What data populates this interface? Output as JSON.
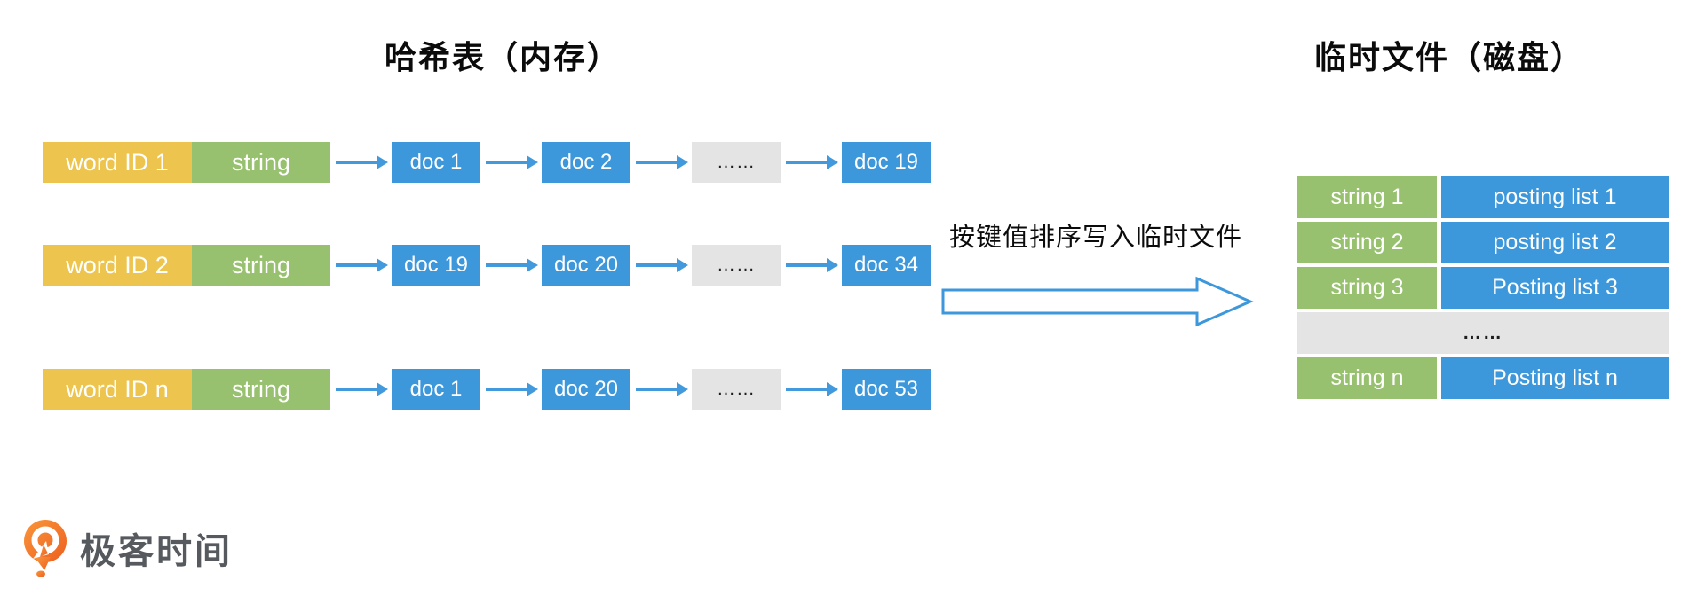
{
  "titles": {
    "left": "哈希表（内存）",
    "right": "临时文件（磁盘）"
  },
  "hash_rows": [
    {
      "word_id": "word ID 1",
      "string": "string",
      "docs": [
        "doc 1",
        "doc 2",
        "……",
        "doc 19"
      ]
    },
    {
      "word_id": "word ID 2",
      "string": "string",
      "docs": [
        "doc 19",
        "doc 20",
        "……",
        "doc 34"
      ]
    },
    {
      "word_id": "word ID n",
      "string": "string",
      "docs": [
        "doc 1",
        "doc 20",
        "……",
        "doc 53"
      ]
    }
  ],
  "transfer": {
    "label": "按键值排序写入临时文件"
  },
  "temp_file_table": {
    "rows": [
      {
        "string": "string 1",
        "posting": "posting list 1"
      },
      {
        "string": "string 2",
        "posting": "posting list 2"
      },
      {
        "string": "string 3",
        "posting": "Posting list 3"
      },
      {
        "ellipsis": "……"
      },
      {
        "string": "string n",
        "posting": "Posting list n"
      }
    ]
  },
  "logo": {
    "text": "极客时间"
  },
  "icons": {
    "link-arrow-icon": "blue right arrow connecting linked-list nodes",
    "transfer-arrow-icon": "large hollow blue right arrow",
    "geektime-logo-icon": "orange round speech-bubble Q mark"
  },
  "colors": {
    "word_id_fill": "#EDC44D",
    "string_fill": "#97C16F",
    "doc_fill": "#3D97DB",
    "ellipsis_fill": "#E4E4E4",
    "arrow_blue": "#4299DC",
    "big_arrow_stroke": "#3D97DB",
    "logo_orange": "#F06E24",
    "logo_text_gray": "#565A5E"
  }
}
